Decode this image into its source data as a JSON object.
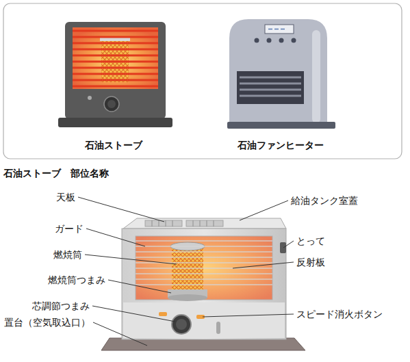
{
  "diagram": {
    "title": "石油ストーブ　部位名称",
    "labels": [
      "石油ストーブ",
      "石油ファンヒーター",
      "天板",
      "ガード",
      "燃焼筒",
      "燃焼筒つまみ",
      "芯調節つまみ",
      "置台（空気取込口）",
      "給油タンク室蓋",
      "とって",
      "反射板",
      "スピード消火ボタン"
    ]
  }
}
